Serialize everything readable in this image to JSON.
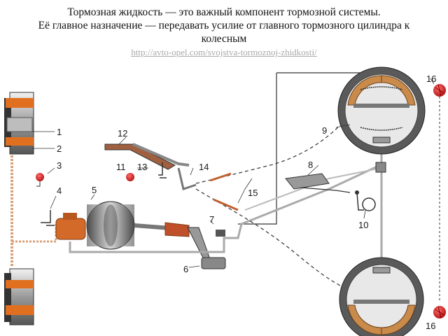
{
  "caption": {
    "line1": "Тормозная жидкость — это важный компонент тормозной системы.",
    "line2": "Её главное назначение — передавать усилие от главного тормозного цилиндра к",
    "line3": "колесным",
    "link": "http://avto-opel.com/svojstva-tormoznoj-zhidkosti/"
  },
  "labels": {
    "l1": "1",
    "l2": "2",
    "l3": "3",
    "l4": "4",
    "l5": "5",
    "l6": "6",
    "l7": "7",
    "l8": "8",
    "l9": "9",
    "l10": "10",
    "l11": "11",
    "l12": "12",
    "l13": "13",
    "l14": "14",
    "l15": "15",
    "l16a": "16",
    "l16b": "16"
  },
  "colors": {
    "warning_lamp": "#c62828",
    "brake_line": "#d9a07a",
    "caliper": "#e07020",
    "shoe": "#c98a4a"
  }
}
